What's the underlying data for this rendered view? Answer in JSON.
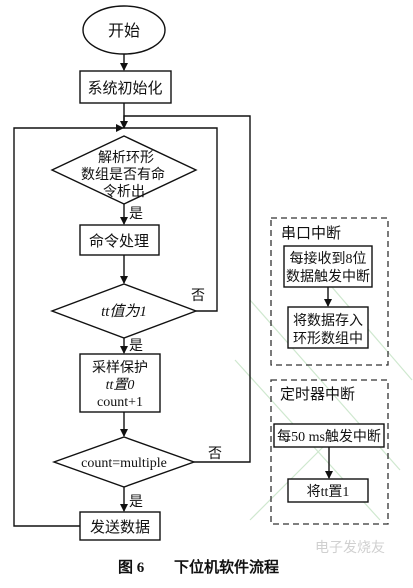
{
  "flow": {
    "start": "开始",
    "init": "系统初始化",
    "parse": [
      "解析环形",
      "数组是否有命",
      "令析出"
    ],
    "parse_yes": "是",
    "cmd": "命令处理",
    "tt_check": "tt值为1",
    "tt_no": "否",
    "tt_yes": "是",
    "sample": [
      "采样保护",
      "tt置0",
      "count+1"
    ],
    "count_check": "count=multiple",
    "count_no": "否",
    "count_yes": "是",
    "send": "发送数据"
  },
  "serial": {
    "title": "串口中断",
    "box1": [
      "每接收到8位",
      "数据触发中断"
    ],
    "box2": [
      "将数据存入",
      "环形数组中"
    ]
  },
  "timer": {
    "title": "定时器中断",
    "box1": "每50 ms触发中断",
    "box2": "将tt置1"
  },
  "caption": {
    "fig": "图 6",
    "title": "下位机软件流程"
  },
  "watermark": "电子发烧友"
}
